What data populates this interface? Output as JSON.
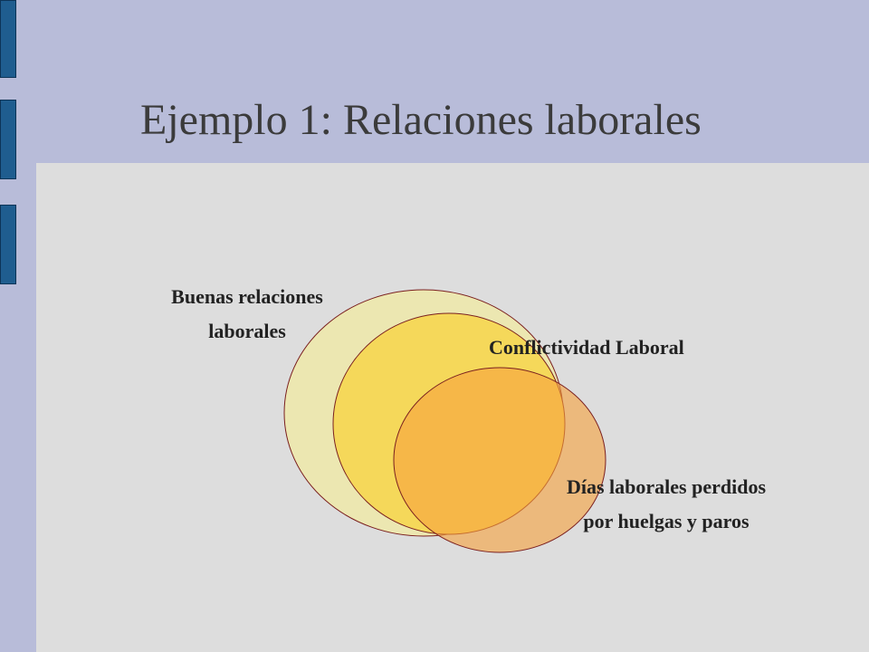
{
  "slide": {
    "title": "Ejemplo 1: Relaciones laborales"
  },
  "diagram": {
    "outer": {
      "label_line1": "Buenas relaciones",
      "label_line2": "laborales",
      "fill": "#ece7b1",
      "stroke": "#7a1f1f"
    },
    "middle": {
      "label": "Conflictividad Laboral",
      "fill": "#f5d85a",
      "stroke": "#7a1f1f"
    },
    "inner": {
      "label_line1": "Días laborales perdidos",
      "label_line2": "por huelgas y paros",
      "fill": "#f7a94a",
      "stroke": "#7a1f1f"
    }
  },
  "colors": {
    "background": "#b8bcd9",
    "content": "#dddddd",
    "side_bar": "#1f5d8f"
  }
}
